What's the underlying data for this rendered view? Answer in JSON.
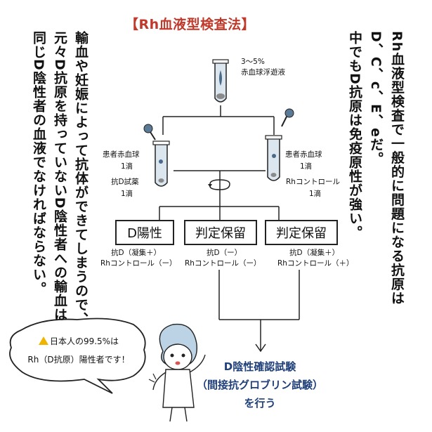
{
  "title": "【Rh血液型検査法】",
  "right_columns": [
    "Rh血液型検査で一般的に問題になる抗原は",
    "D、C、c、E、eだ。",
    "中でもD抗原は免疫原性が強い。"
  ],
  "left_columns": [
    "輸血や妊娠によって抗体ができてしまうので、",
    "元々D抗原を持っていないD陰性者への輸血は",
    "同じD陰性者の血液でなければならない。"
  ],
  "tube_top": {
    "line1": "3～5%",
    "line2": "赤血球浮遊液"
  },
  "left_tube": {
    "line1": "患者赤血球",
    "line2": "1滴",
    "line3": "抗D試薬",
    "line4": "1滴"
  },
  "right_tube": {
    "line1": "患者赤血球",
    "line2": "1滴",
    "line3": "Rhコントロール",
    "line4": "1滴"
  },
  "results": [
    {
      "label": "D陽性",
      "line1": "抗D（凝集＋）",
      "line2": "Rhコントロール（ー）"
    },
    {
      "label": "判定保留",
      "line1": "抗D（ー）",
      "line2": "Rhコントロール（ー）"
    },
    {
      "label": "判定保留",
      "line1": "抗D（凝集＋）",
      "line2": "Rhコントロール（＋）"
    }
  ],
  "conclusion": {
    "line1": "D陰性確認試験",
    "line2": "（間接抗グロブリン試験）",
    "line3": "を行う"
  },
  "bubble": {
    "line1": "日本人の99.5%は",
    "line2": "Rh（D抗原）陽性者です！",
    "icon": "warning-icon"
  },
  "colors": {
    "title": "#c0392b",
    "conclusion": "#1f3f7a",
    "tube_fill": "#dbe6ef",
    "warning": "#f0b400"
  }
}
